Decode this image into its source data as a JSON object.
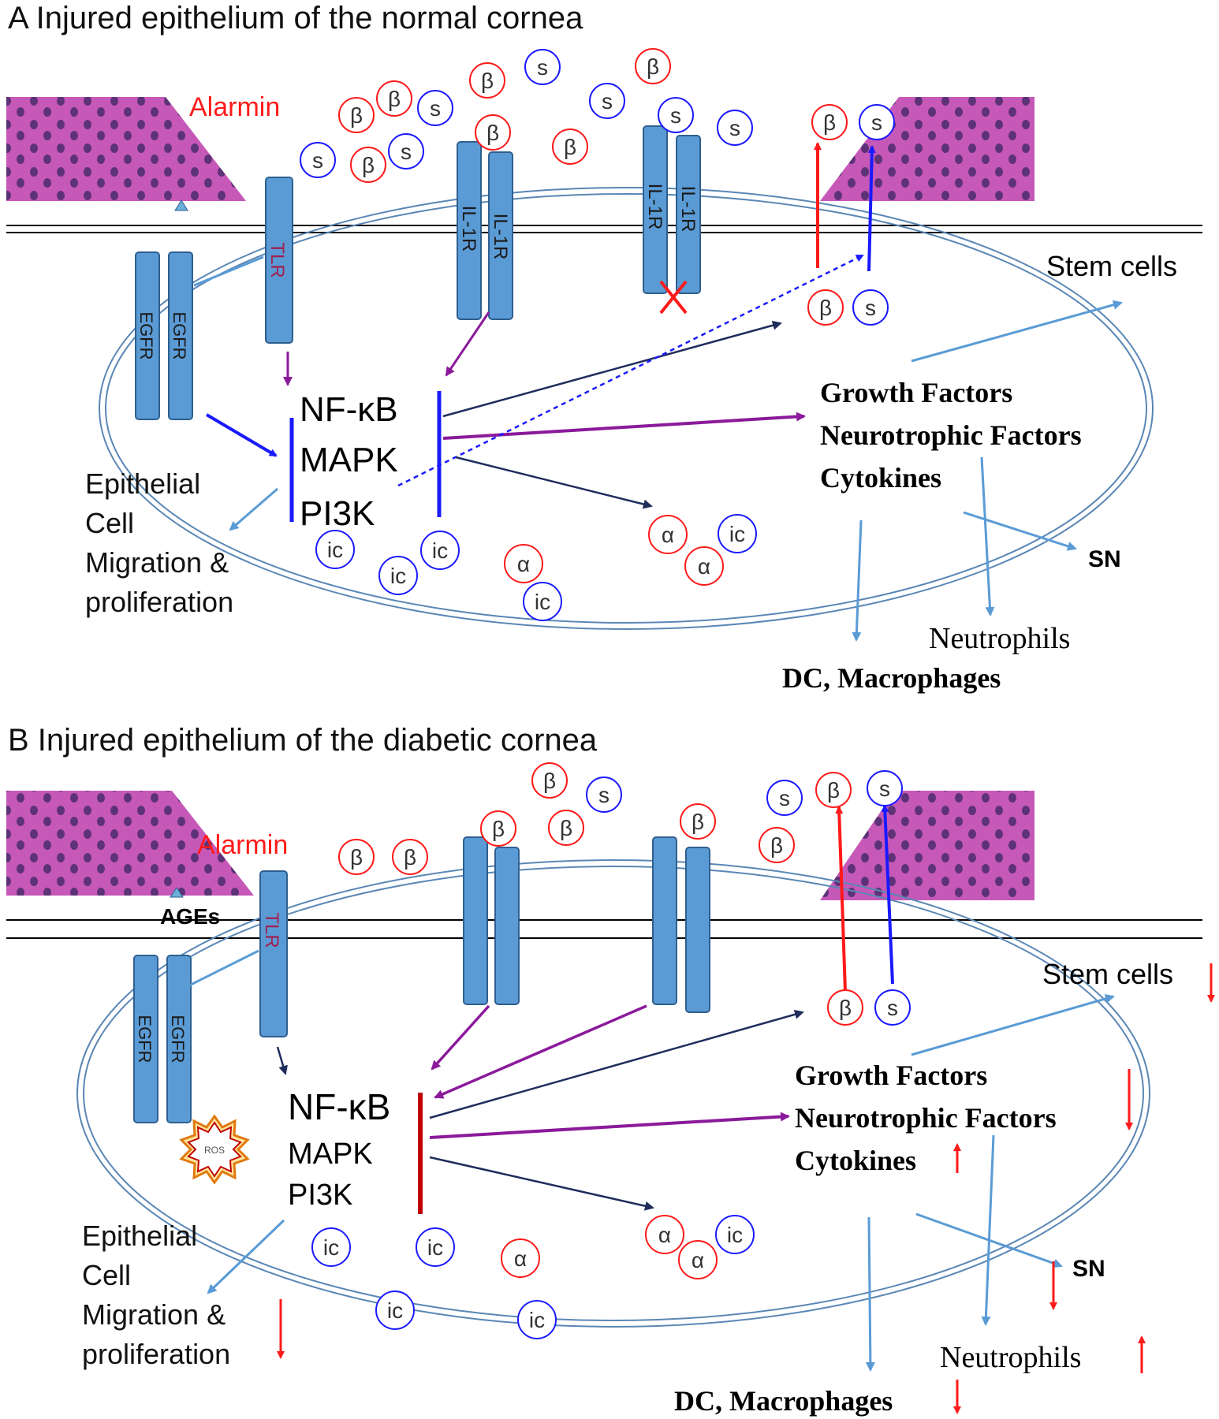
{
  "colors": {
    "receptor_fill": "#5b9bd5",
    "receptor_stroke": "#2f5f8f",
    "red": "#ff1a1a",
    "blue": "#1a1aff",
    "purple": "#8b1a9b",
    "navy": "#1f2d5c",
    "light_blue": "#5a9bd5",
    "dark_red": "#c00000",
    "tissue": "#c050b8",
    "nucleus": "#4a2b6b"
  },
  "icons": {
    "down": "red-down-arrow-icon",
    "up": "red-up-arrow-icon",
    "ros": "ros-starburst-icon"
  },
  "panel_a": {
    "title": "A  Injured epithelium of the normal cornea",
    "alarmin": "Alarmin",
    "receptors": {
      "egfr": "EGFR",
      "tlr": "TLR",
      "il1r": "IL-1R"
    },
    "pathway": [
      "NF-κB",
      "MAPK",
      "PI3K"
    ],
    "factors": [
      "Growth Factors",
      "Neurotrophic Factors",
      "Cytokines"
    ],
    "stem_cells": "Stem cells",
    "sn": "SN",
    "neutrophils": "Neutrophils",
    "dc": "DC, Macrophages",
    "migration": [
      "Epithelial",
      "Cell",
      "Migration &",
      "proliferation"
    ],
    "molecules": {
      "beta": "β",
      "s": "s",
      "ic": "ic",
      "alpha": "α"
    }
  },
  "panel_b": {
    "title": "B  Injured epithelium of the diabetic cornea",
    "alarmin": "Alarmin",
    "ages": "AGEs",
    "ros": "ROS",
    "receptors": {
      "egfr": "EGFR",
      "tlr": "TLR"
    },
    "pathway": [
      "NF-κB",
      "MAPK",
      "PI3K"
    ],
    "factors": [
      "Growth Factors",
      "Neurotrophic Factors",
      "Cytokines"
    ],
    "stem_cells": "Stem cells",
    "sn": "SN",
    "neutrophils": "Neutrophils",
    "dc": "DC, Macrophages",
    "migration": [
      "Epithelial",
      "Cell",
      "Migration &",
      "proliferation"
    ],
    "molecules": {
      "beta": "β",
      "s": "s",
      "ic": "ic",
      "alpha": "α"
    }
  }
}
